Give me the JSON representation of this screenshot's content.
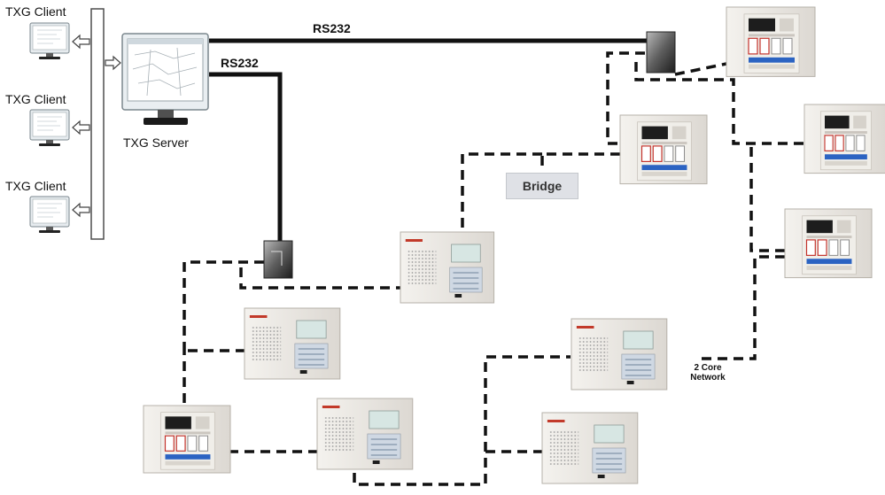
{
  "labels": {
    "client_1": "TXG Client",
    "client_2": "TXG Client",
    "client_3": "TXG Client",
    "server": "TXG Server",
    "rs232_top": "RS232",
    "rs232_left": "RS232",
    "bridge": "Bridge",
    "network_line1": "2 Core",
    "network_line2": "Network"
  },
  "colors": {
    "line": "#111111",
    "panel_body": "#eeeae4",
    "panel_red_band": "#c23a2a",
    "screen_blue": "#2a6fcf",
    "bridge_bg": "#dfe1e6"
  },
  "icons": {
    "monitor": "monitor-icon",
    "interface": "interface-box-icon",
    "panel_lcd": "fire-panel-lcd-icon",
    "panel_speaker": "fire-panel-speaker-icon"
  }
}
